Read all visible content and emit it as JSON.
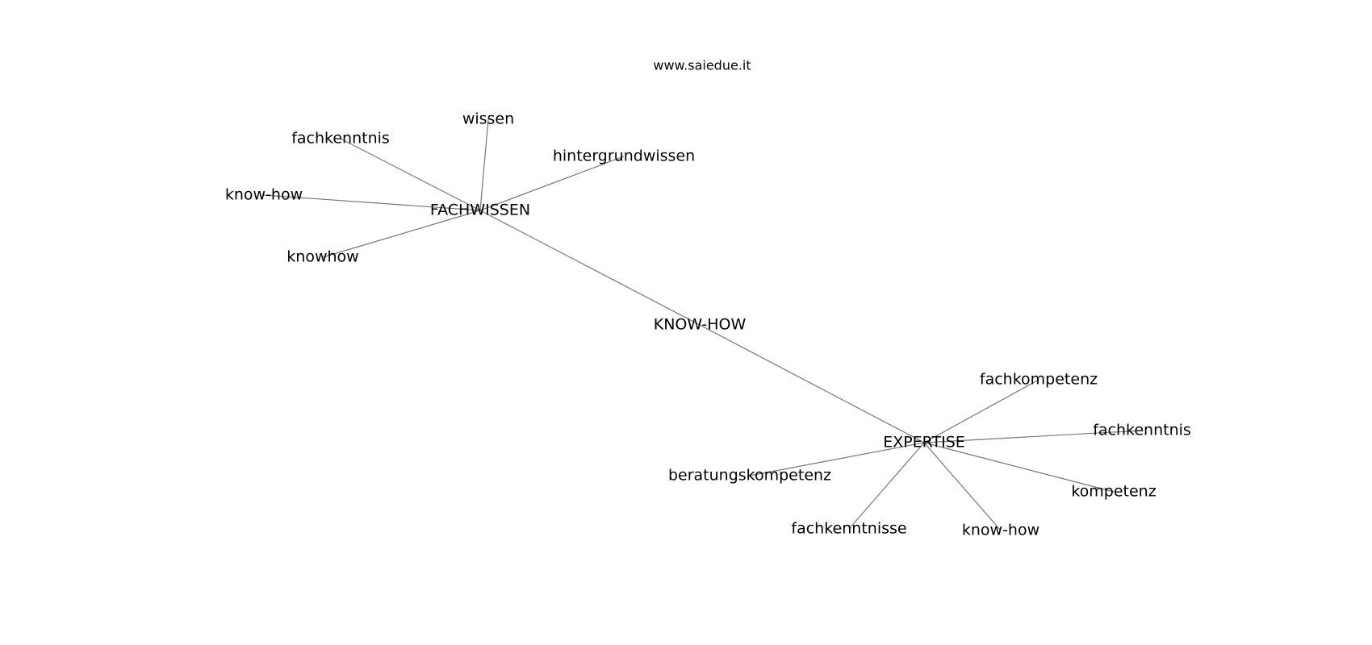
{
  "watermark": "www.saiedue.it",
  "graph": {
    "nodes": [
      {
        "id": "know-how-center",
        "label": "KNOW-HOW"
      },
      {
        "id": "fachwissen",
        "label": "FACHWISSEN"
      },
      {
        "id": "expertise",
        "label": "EXPERTISE"
      },
      {
        "id": "fw-wissen",
        "label": "wissen"
      },
      {
        "id": "fw-fachkenntnis",
        "label": "fachkenntnis"
      },
      {
        "id": "fw-hintergrundwissen",
        "label": "hintergrundwissen"
      },
      {
        "id": "fw-know-how",
        "label": "know-how"
      },
      {
        "id": "fw-knowhow",
        "label": "knowhow"
      },
      {
        "id": "ex-fachkompetenz",
        "label": "fachkompetenz"
      },
      {
        "id": "ex-fachkenntnis",
        "label": "fachkenntnis"
      },
      {
        "id": "ex-beratungskompetenz",
        "label": "beratungskompetenz"
      },
      {
        "id": "ex-kompetenz",
        "label": "kompetenz"
      },
      {
        "id": "ex-fachkenntnisse",
        "label": "fachkenntnisse"
      },
      {
        "id": "ex-know-how",
        "label": "know-how"
      }
    ],
    "edges": [
      [
        "fachwissen",
        "know-how-center"
      ],
      [
        "know-how-center",
        "expertise"
      ],
      [
        "fachwissen",
        "fw-wissen"
      ],
      [
        "fachwissen",
        "fw-fachkenntnis"
      ],
      [
        "fachwissen",
        "fw-hintergrundwissen"
      ],
      [
        "fachwissen",
        "fw-know-how"
      ],
      [
        "fachwissen",
        "fw-knowhow"
      ],
      [
        "expertise",
        "ex-fachkompetenz"
      ],
      [
        "expertise",
        "ex-fachkenntnis"
      ],
      [
        "expertise",
        "ex-beratungskompetenz"
      ],
      [
        "expertise",
        "ex-kompetenz"
      ],
      [
        "expertise",
        "ex-fachkenntnisse"
      ],
      [
        "expertise",
        "ex-know-how"
      ]
    ]
  }
}
